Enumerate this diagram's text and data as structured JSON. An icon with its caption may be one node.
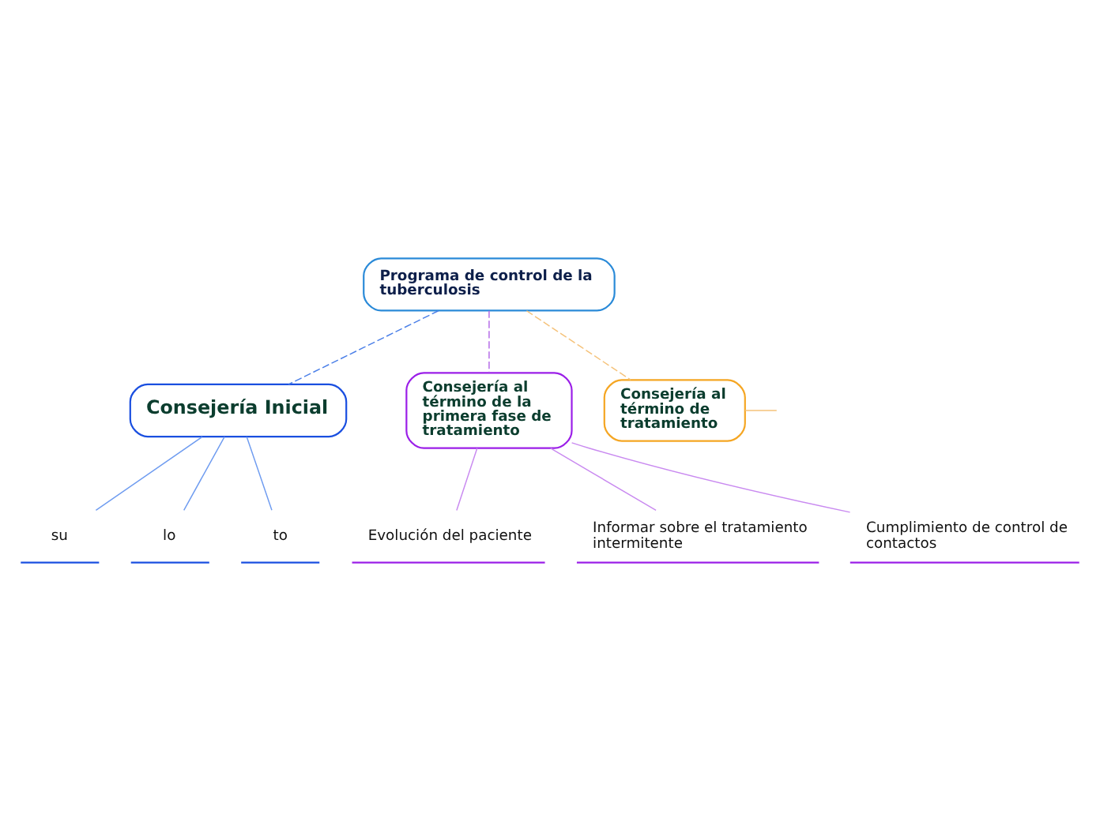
{
  "diagram": {
    "nodes": [
      {
        "text": [
          "Programa de control de la tuberculosis"
        ]
      },
      {
        "text": [
          "Consejería Inicial"
        ]
      },
      {
        "text": [
          "Consejería al término de la primera fase de tratamiento"
        ]
      },
      {
        "text": [
          "Consejería al término de tratamiento"
        ]
      },
      {
        "text": [
          "su"
        ]
      },
      {
        "text": [
          "lo"
        ]
      },
      {
        "text": [
          "to"
        ]
      },
      {
        "text": [
          "Evolución del paciente"
        ]
      },
      {
        "text": [
          "Informar sobre el tratamiento intermitente"
        ]
      },
      {
        "text": [
          "Cumplimiento de control de contactos"
        ]
      }
    ],
    "edges": [
      {
        "from": 0,
        "to": 1,
        "arrow": "none",
        "style": "dashed",
        "color": "#4a7fe8"
      },
      {
        "from": 0,
        "to": 2,
        "arrow": "none",
        "style": "dashed",
        "color": "#b36ae8"
      },
      {
        "from": 0,
        "to": 3,
        "arrow": "none",
        "style": "dashed",
        "color": "#f5c27a"
      },
      {
        "from": 1,
        "to": 4,
        "arrow": "none",
        "color": "#6f9cf0"
      },
      {
        "from": 1,
        "to": 5,
        "arrow": "none",
        "color": "#6f9cf0"
      },
      {
        "from": 1,
        "to": 6,
        "arrow": "none",
        "color": "#6f9cf0"
      },
      {
        "from": 2,
        "to": 7,
        "arrow": "none",
        "color": "#c98af0"
      },
      {
        "from": 2,
        "to": 8,
        "arrow": "none",
        "color": "#c98af0"
      },
      {
        "from": 2,
        "to": 9,
        "arrow": "none",
        "color": "#c98af0"
      },
      {
        "from": 3,
        "to": null,
        "arrow": "none",
        "color": "#f5c27a"
      }
    ]
  }
}
